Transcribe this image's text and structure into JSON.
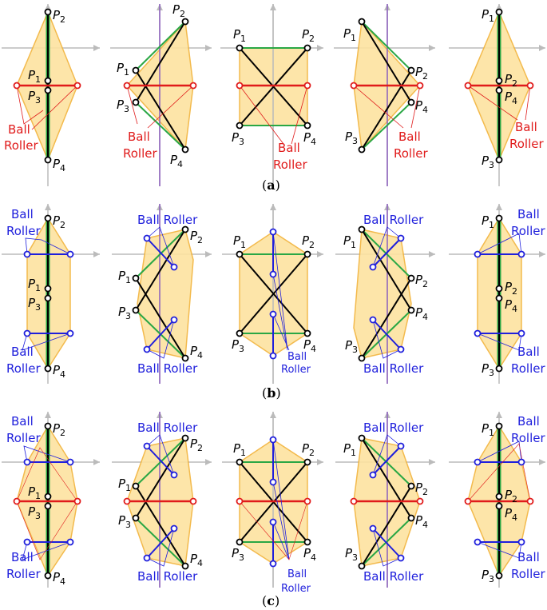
{
  "rows": [
    {
      "caption": "a",
      "caption_text": "(a)",
      "panels": [
        {
          "labels": [
            "P1",
            "P2",
            "P3",
            "P4"
          ],
          "annotation": [
            "Ball",
            "Roller"
          ]
        },
        {
          "labels": [
            "P1",
            "P2",
            "P3",
            "P4"
          ],
          "annotation": [
            "Ball",
            "Roller"
          ]
        },
        {
          "labels": [
            "P1",
            "P2",
            "P3",
            "P4"
          ],
          "annotation": [
            "Ball",
            "Roller"
          ]
        },
        {
          "labels": [
            "P1",
            "P2",
            "P3",
            "P4"
          ],
          "annotation": [
            "Ball",
            "Roller"
          ]
        },
        {
          "labels": [
            "P1",
            "P2",
            "P3",
            "P4"
          ],
          "annotation": [
            "Ball",
            "Roller"
          ]
        }
      ]
    },
    {
      "caption": "b",
      "caption_text": "(b)",
      "panels": [
        {
          "labels": [
            "P1",
            "P2",
            "P3",
            "P4"
          ],
          "annotation_top": [
            "Ball",
            "Roller"
          ],
          "annotation_bottom": [
            "Ball",
            "Roller"
          ]
        },
        {
          "labels": [
            "P1",
            "P2",
            "P3",
            "P4"
          ],
          "annotation_top": [
            "Ball Roller"
          ],
          "annotation_bottom": [
            "Ball Roller"
          ]
        },
        {
          "labels": [
            "P1",
            "P2",
            "P3",
            "P4"
          ],
          "annotation": [
            "Ball",
            "Roller"
          ]
        },
        {
          "labels": [
            "P1",
            "P2",
            "P3",
            "P4"
          ],
          "annotation_top": [
            "Ball Roller"
          ],
          "annotation_bottom": [
            "Ball Roller"
          ]
        },
        {
          "labels": [
            "P1",
            "P2",
            "P3",
            "P4"
          ],
          "annotation_top": [
            "Ball",
            "Roller"
          ],
          "annotation_bottom": [
            "Ball",
            "Roller"
          ]
        }
      ]
    },
    {
      "caption": "c",
      "caption_text": "(c)",
      "panels": [
        {
          "labels": [
            "P1",
            "P2",
            "P3",
            "P4"
          ],
          "annotation_top": [
            "Ball",
            "Roller"
          ],
          "annotation_bottom": [
            "Ball",
            "Roller"
          ]
        },
        {
          "labels": [
            "P1",
            "P2",
            "P3",
            "P4"
          ],
          "annotation_top": [
            "Ball Roller"
          ],
          "annotation_bottom": [
            "Ball Roller"
          ]
        },
        {
          "labels": [
            "P1",
            "P2",
            "P3",
            "P4"
          ],
          "annotation": [
            "Ball",
            "Roller"
          ]
        },
        {
          "labels": [
            "P1",
            "P2",
            "P3",
            "P4"
          ],
          "annotation_top": [
            "Ball Roller"
          ],
          "annotation_bottom": [
            "Ball Roller"
          ]
        },
        {
          "labels": [
            "P1",
            "P2",
            "P3",
            "P4"
          ],
          "annotation_top": [
            "Ball",
            "Roller"
          ],
          "annotation_bottom": [
            "Ball",
            "Roller"
          ]
        }
      ]
    }
  ],
  "colors": {
    "fill": "#fde3a0",
    "outline": "#f2b33a",
    "axes": "#bbbbbb",
    "link_black": "#000000",
    "link_green": "#2aa745",
    "link_red": "#e01b1b",
    "link_blue": "#1f1fdc",
    "link_purple": "#8b5fbf",
    "point_outline": "#000000",
    "text_red": "#e01b1b",
    "text_blue": "#1f1fdc"
  }
}
